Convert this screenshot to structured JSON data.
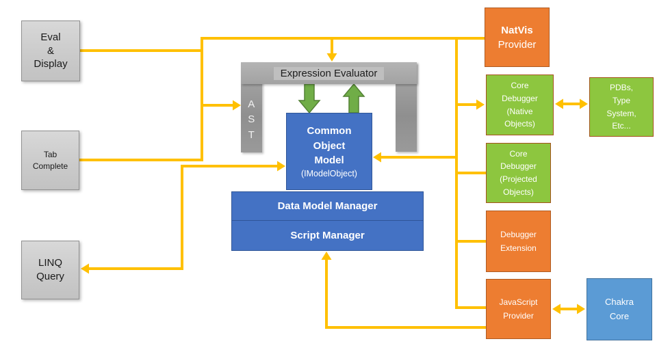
{
  "diagram": {
    "left_column": {
      "eval_display": {
        "label": "Eval\n&\nDisplay"
      },
      "tab_complete": {
        "label": "Tab\nComplete"
      },
      "linq_query": {
        "label": "LINQ\nQuery"
      }
    },
    "center": {
      "expression_evaluator": {
        "label": "Expression Evaluator"
      },
      "ast": {
        "label": "A\nS\nT"
      },
      "common_object_model": {
        "title": "Common\nObject\nModel",
        "subtitle": "(IModelObject)"
      },
      "data_model_manager": {
        "label": "Data Model Manager"
      },
      "script_manager": {
        "label": "Script Manager"
      }
    },
    "right_column": {
      "natvis_provider": {
        "title": "NatVis",
        "subtitle": "Provider"
      },
      "core_debugger_native": {
        "label": "Core\nDebugger\n(Native\nObjects)"
      },
      "pdbs": {
        "label": "PDBs,\nType\nSystem,\nEtc..."
      },
      "core_debugger_projected": {
        "label": "Core\nDebugger\n(Projected\nObjects)"
      },
      "debugger_extension": {
        "label": "Debugger\nExtension"
      },
      "javascript_provider": {
        "label": "JavaScript\nProvider"
      },
      "chakra_core": {
        "label": "Chakra\nCore"
      }
    },
    "colors": {
      "connector_yellow": "#FFC000",
      "model_blue": "#4472C4",
      "model_blue_border": "#2F5597",
      "chakra_blue": "#5B9BD5",
      "chakra_blue_border": "#41719C",
      "provider_orange": "#ED7D31",
      "provider_orange_border": "#AE5A21",
      "debugger_green": "#8DC63F",
      "debugger_green_border": "#A5511C",
      "input_gray": "#CCCCCC",
      "pillar_gray": "#9A9A9A",
      "flow_arrow_green": "#70AD47",
      "flow_arrow_green_border": "#538135"
    }
  }
}
